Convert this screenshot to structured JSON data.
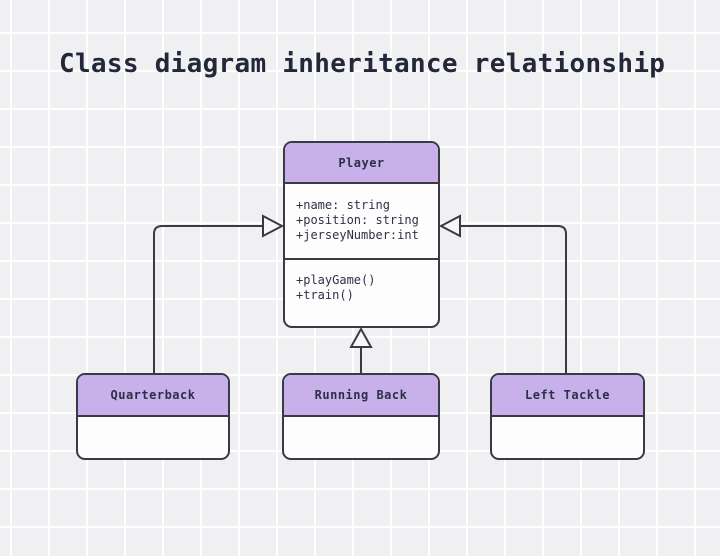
{
  "title": "Class diagram inheritance relationship",
  "diagram": {
    "parent_class": {
      "name": "Player",
      "attributes": [
        "+name: string",
        "+position: string",
        "+jerseyNumber:int"
      ],
      "methods": [
        "+playGame()",
        "+train()"
      ]
    },
    "child_classes": [
      {
        "name": "Quarterback"
      },
      {
        "name": "Running Back"
      },
      {
        "name": "Left Tackle"
      }
    ],
    "relationships": [
      {
        "from": "Quarterback",
        "to": "Player",
        "type": "inheritance"
      },
      {
        "from": "Running Back",
        "to": "Player",
        "type": "inheritance"
      },
      {
        "from": "Left Tackle",
        "to": "Player",
        "type": "inheritance"
      }
    ]
  },
  "colors": {
    "class_header_fill": "#c8b1ea",
    "class_body_fill": "#fdfdfe",
    "stroke": "#3a3a45",
    "background": "#f0f0f3",
    "title_text": "#232838"
  }
}
